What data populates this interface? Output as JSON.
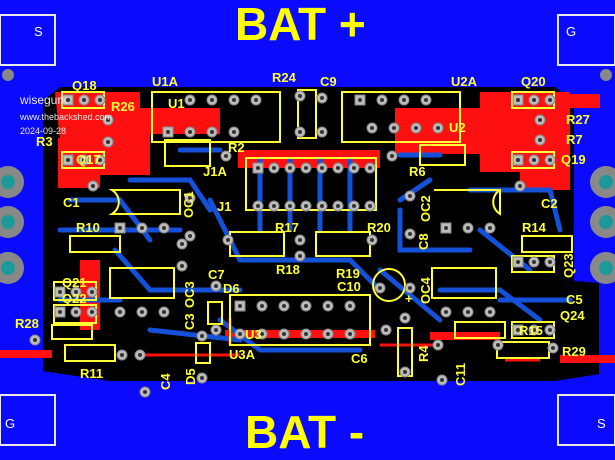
{
  "board": {
    "top_label": "BAT +",
    "bottom_label": "BAT -",
    "watermark": {
      "author": "wisegurk",
      "site": "www.thebackshed.com",
      "date": "2024-09-28"
    },
    "connector_pins": [
      "S",
      "G",
      "G",
      "S"
    ],
    "colors": {
      "background": "#0a0aff",
      "board": "#000000",
      "top_copper": "#ff1010",
      "bottom_copper": "#1450d8",
      "silkscreen": "#ffff33",
      "pad": "#bdbdbd"
    }
  },
  "labels": {
    "U1A": "U1A",
    "U1": "U1",
    "R24": "R24",
    "C9": "C9",
    "U2A": "U2A",
    "U2": "U2",
    "Q18": "Q18",
    "R26": "R26",
    "R3": "R3",
    "Q17": "Q17",
    "R2": "R2",
    "J1A": "J1A",
    "J1": "J1",
    "C1": "C1",
    "OC1": "OC1",
    "Q20": "Q20",
    "R27": "R27",
    "R7": "R7",
    "Q19": "Q19",
    "R6": "R6",
    "C2": "C2",
    "OC2": "OC2",
    "R10": "R10",
    "R17": "R17",
    "R20": "R20",
    "C8": "C8",
    "R14": "R14",
    "R18": "R18",
    "R19": "R19",
    "Q21": "Q21",
    "Q22": "Q22",
    "C7": "C7",
    "OC3": "OC3",
    "D6": "D6",
    "C10": "C10",
    "OC4": "OC4",
    "Q23": "Q23",
    "C5": "C5",
    "Q24": "Q24",
    "R15": "R15",
    "R28": "R28",
    "C3": "C3",
    "U3": "U3",
    "R4": "R4",
    "C6": "C6",
    "C11": "C11",
    "R29": "R29",
    "R11": "R11",
    "C4": "C4",
    "D5": "D5",
    "U3A": "U3A",
    "plus": "+"
  }
}
